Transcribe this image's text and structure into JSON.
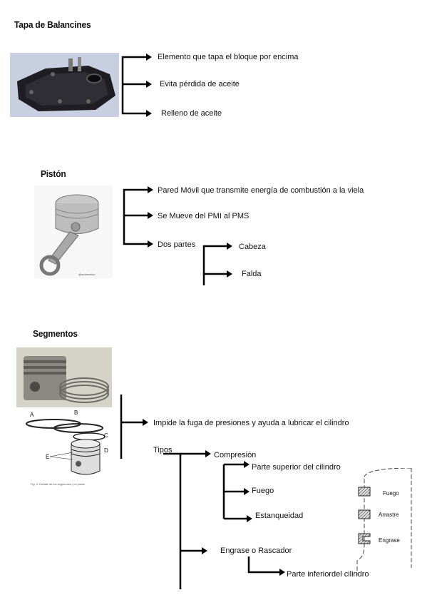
{
  "sections": {
    "tapa": {
      "title": "Tapa de Balancines",
      "items": [
        "Elemento que tapa el bloque por encima",
        "Evita pérdida de aceite",
        "Relleno de aceite"
      ]
    },
    "piston": {
      "title": "Pistón",
      "items": [
        "Pared Móvil que transmite energía de combustión a la viela",
        "Se  Mueve del PMI al PMS",
        "Dos partes"
      ],
      "subitems": [
        "Cabeza",
        "Falda"
      ],
      "watermark": "@automotivo"
    },
    "segmentos": {
      "title": "Segmentos",
      "main_item": "Impide la fuga de presiones y ayuda a lubricar el cilindro",
      "tipos_label": "Tipos",
      "compresion": "Compresión",
      "compresion_items": [
        "Parte superior del cilindro",
        "Fuego",
        "Estanqueidad"
      ],
      "engrase": "Engrase o Rascador",
      "engrase_item": "Parte inferiordel cilindro",
      "diagram_labels": [
        "A",
        "B",
        "C",
        "D",
        "E"
      ],
      "diagram_caption": "Fig. 2. Detalle de los segmentos y el pistón",
      "ring_labels": [
        "Fuego",
        "Arrastre",
        "Engrase"
      ]
    }
  }
}
